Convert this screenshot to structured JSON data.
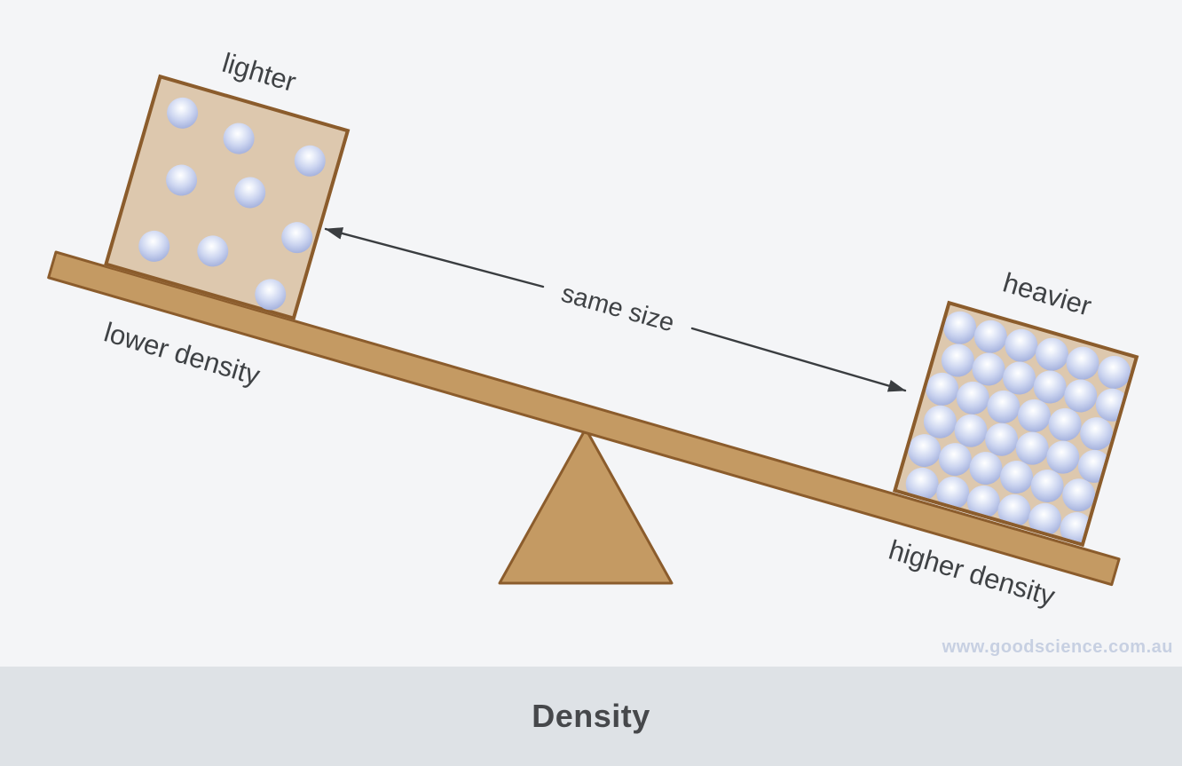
{
  "diagram": {
    "left_box": {
      "label_top": "lighter",
      "label_bottom": "lower density",
      "particle_count": 9,
      "packing": "sparse"
    },
    "right_box": {
      "label_top": "heavier",
      "label_bottom": "higher density",
      "particle_count": 36,
      "packing": "dense",
      "rows": 6,
      "cols": 6
    },
    "arrow_label": "same size",
    "colors": {
      "bg": "#f4f5f7",
      "banner": "#dee2e6",
      "wood": "#c49a63",
      "wood_border": "#8b5c2c",
      "box_fill": "#ddc8ae",
      "particle": "#9aa8d8",
      "text": "#3f4245",
      "arrow": "#3a3d40",
      "watermark": "#c7d0e2"
    }
  },
  "footer": {
    "title": "Density"
  },
  "watermark": {
    "text": "www.goodscience.com.au"
  }
}
